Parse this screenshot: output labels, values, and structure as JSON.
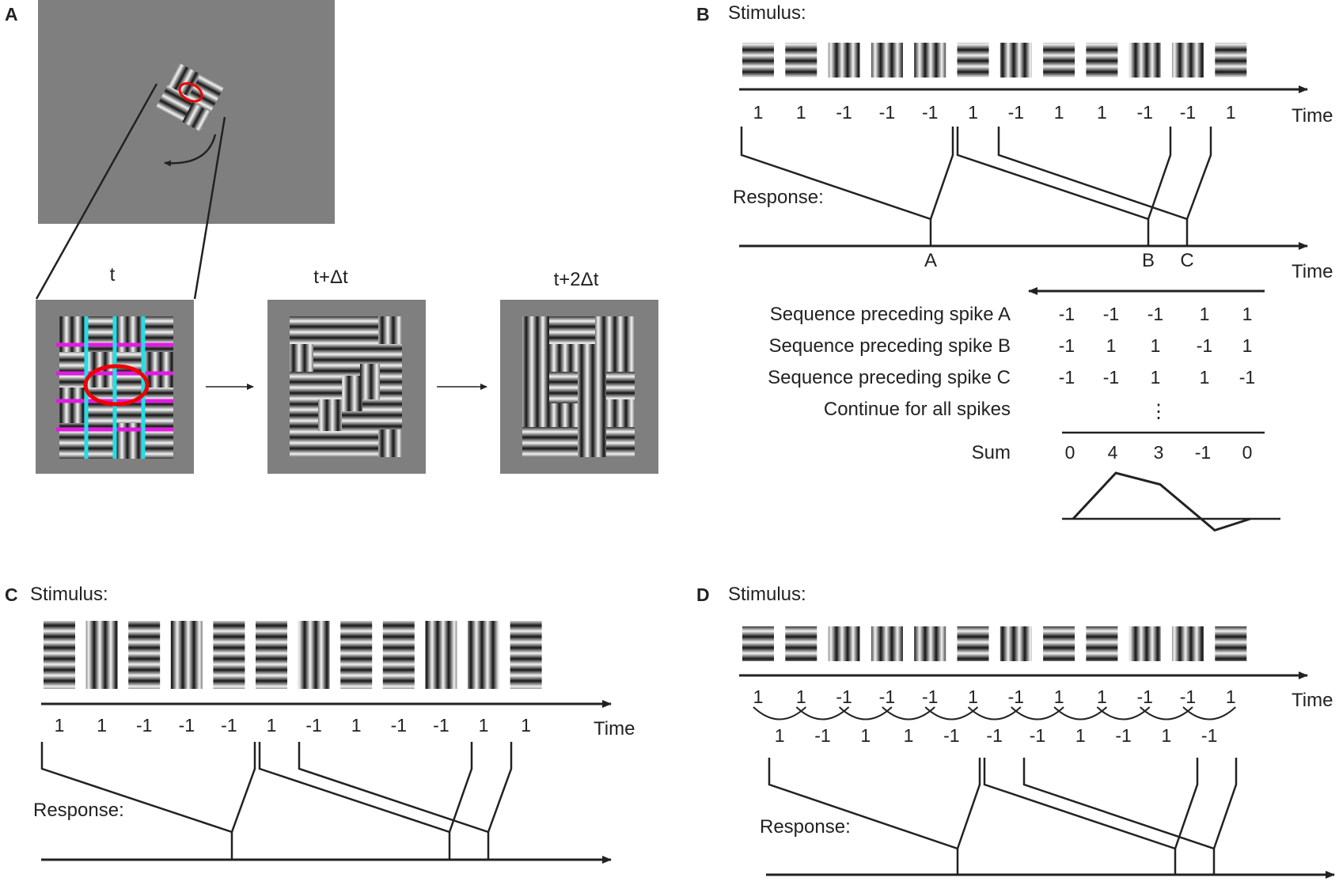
{
  "panel_labels": [
    "A",
    "B",
    "C",
    "D"
  ],
  "panel_a": {
    "frame_labels": [
      "t",
      "t+Δt",
      "t+2Δt"
    ]
  },
  "labels": {
    "stimulus": "Stimulus:",
    "response": "Response:",
    "time": "Time",
    "sum": "Sum",
    "continue": "Continue for all spikes",
    "ellipsis": "⋮"
  },
  "panel_b": {
    "sequence": [
      "1",
      "1",
      "-1",
      "-1",
      "-1",
      "1",
      "-1",
      "1",
      "1",
      "-1",
      "-1",
      "1"
    ],
    "stimulus_orientations": [
      "h",
      "h",
      "v",
      "v",
      "v",
      "h",
      "v",
      "h",
      "h",
      "v",
      "v",
      "h"
    ],
    "spike_labels": [
      "A",
      "B",
      "C"
    ],
    "preceding_rows": [
      {
        "label": "Sequence preceding spike A",
        "values": [
          "-1",
          "-1",
          "-1",
          "1",
          "1"
        ]
      },
      {
        "label": "Sequence preceding spike B",
        "values": [
          "-1",
          "1",
          "1",
          "-1",
          "1"
        ]
      },
      {
        "label": "Sequence preceding spike C",
        "values": [
          "-1",
          "-1",
          "1",
          "1",
          "-1"
        ]
      }
    ],
    "sum_values": [
      "0",
      "4",
      "3",
      "-1",
      "0"
    ],
    "sum_numeric": [
      0,
      4,
      3,
      -1,
      0
    ]
  },
  "panel_c": {
    "sequence": [
      "1",
      "1",
      "-1",
      "-1",
      "-1",
      "1",
      "-1",
      "1",
      "-1",
      "-1",
      "1",
      "1"
    ]
  },
  "panel_d": {
    "sequence": [
      "1",
      "1",
      "-1",
      "-1",
      "-1",
      "1",
      "-1",
      "1",
      "1",
      "-1",
      "-1",
      "1"
    ],
    "stimulus_orientations": [
      "h",
      "h",
      "v",
      "v",
      "v",
      "h",
      "v",
      "h",
      "h",
      "v",
      "v",
      "h"
    ],
    "pair_products": [
      "1",
      "-1",
      "1",
      "1",
      "-1",
      "-1",
      "-1",
      "1",
      "-1",
      "1",
      "-1"
    ]
  }
}
